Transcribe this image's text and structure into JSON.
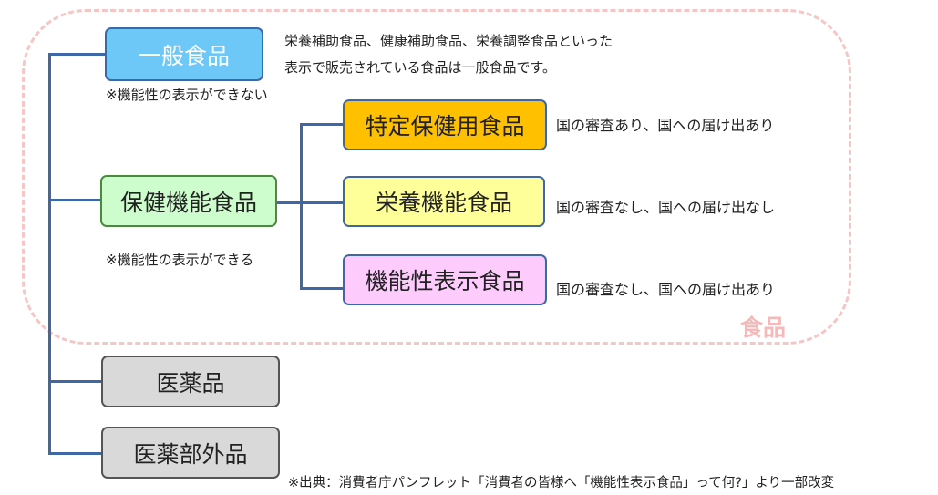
{
  "food_region": {
    "label": "食品",
    "border_color": "#f6c6c6",
    "label_color": "#f5b9b9"
  },
  "colors": {
    "connector": "#3e67a6",
    "general_food": "#6ec8f7",
    "health_food": "#cdfccd",
    "specified_health_use": "#ffc000",
    "nutrient_function": "#ffff99",
    "function_claims": "#fdccfd",
    "pharma": "#d9d9d9"
  },
  "boxes": {
    "general_food": "一般食品",
    "health_food": "保健機能食品",
    "specified_health_use": "特定保健用食品",
    "nutrient_function": "栄養機能食品",
    "function_claims": "機能性表示食品",
    "pharmaceuticals": "医薬品",
    "quasi_drugs": "医薬部外品"
  },
  "notes": {
    "general_food_description_line1": "栄養補助食品、健康補助食品、栄養調整食品といった",
    "general_food_description_line2": "表示で販売されている食品は一般食品です。",
    "general_food_claim": "※機能性の表示ができない",
    "health_food_claim": "※機能性の表示ができる",
    "specified_health_use_review": "国の審査あり、国への届け出あり",
    "nutrient_function_review": "国の審査なし、国への届け出なし",
    "function_claims_review": "国の審査なし、国への届け出あり"
  },
  "source": "※出典：消費者庁パンフレット「消費者の皆様へ「機能性表示食品」って何?」より一部改変"
}
